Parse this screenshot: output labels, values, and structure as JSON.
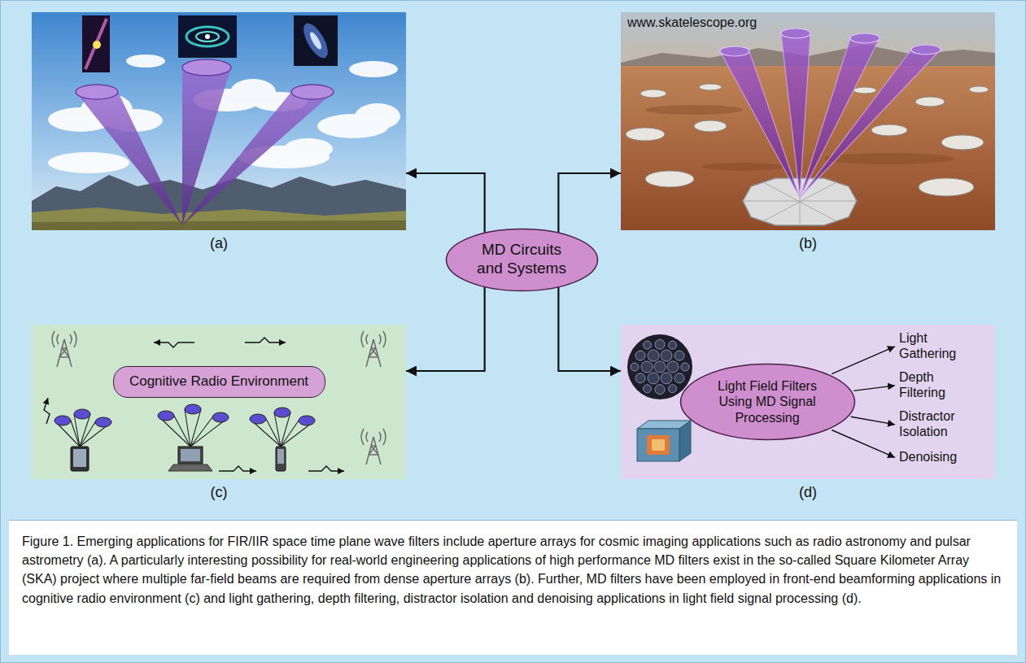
{
  "diagram": {
    "caption": "Figure 1. Emerging applications for FIR/IIR space time plane wave filters include aperture arrays for cosmic imaging applications such as radio astronomy and pulsar astrometry (a). A particularly interesting possibility for real-world engineering applications of high performance MD filters exist in the so-called Square Kilometer Array (SKA) project where multiple far-field beams are required from dense aperture arrays (b). Further, MD filters have been employed in front-end beamforming applications in cognitive radio environment (c) and light gathering, depth filtering, distractor isolation and denoising applications in light field signal processing (d).",
    "nodes": [
      {
        "text": [
          "(a)"
        ]
      },
      {
        "text": [
          "(b)"
        ]
      },
      {
        "text": [
          "MD Circuits and Systems"
        ]
      },
      {
        "text": [
          "(c)"
        ]
      },
      {
        "text": [
          "Cognitive Radio Environment"
        ],
        "in": 3
      },
      {
        "text": [
          "(d)"
        ]
      },
      {
        "text": [
          "Light Field Filters Using MD Signal Processing"
        ],
        "in": 5
      }
    ],
    "edges": [
      {
        "from": 2,
        "to": 0,
        "arrow": "to"
      },
      {
        "from": 2,
        "to": 1,
        "arrow": "to"
      },
      {
        "from": 2,
        "to": 3,
        "arrow": "to"
      },
      {
        "from": 2,
        "to": 5,
        "arrow": "to"
      }
    ],
    "labels": [
      "www.skatelescope.org",
      "Light Gathering",
      "Depth Filtering",
      "Distractor Isolation",
      "Denoising"
    ]
  }
}
